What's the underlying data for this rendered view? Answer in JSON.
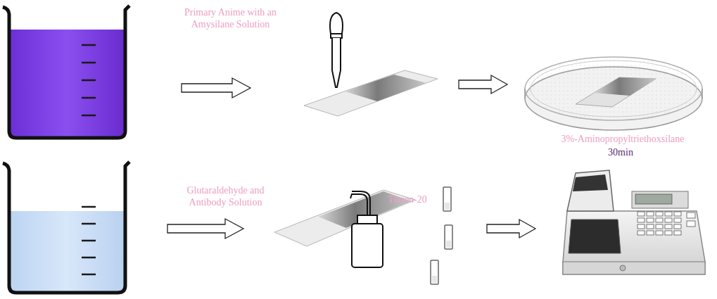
{
  "diagram": {
    "labels": [
      "Primary Anime with an Amysilane Solution",
      "3%-Aminopropyltriethoxsilane",
      "30min",
      "Glutaraldehyde and Antibody Solution",
      "Tween-20"
    ]
  }
}
